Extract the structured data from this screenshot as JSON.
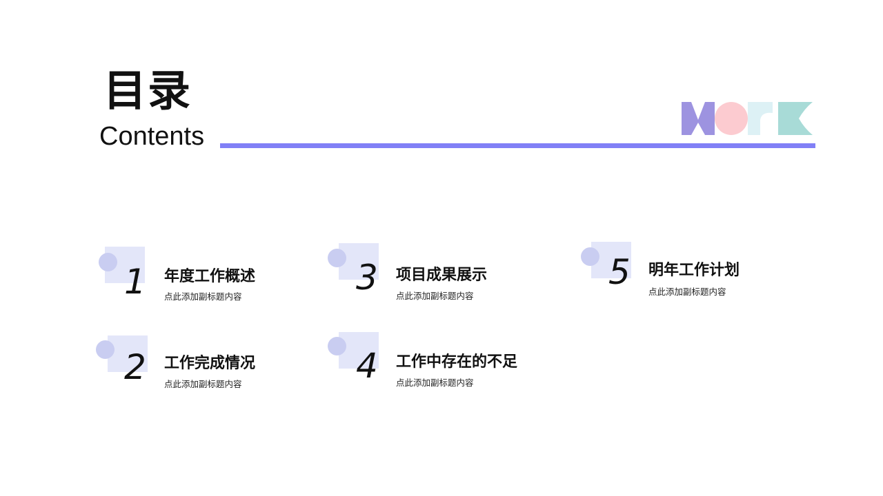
{
  "header": {
    "title_cn": "目录",
    "title_en": "Contents",
    "accent_color": "#8180f6",
    "logo": {
      "name": "work-logo",
      "letters": [
        "W",
        "O",
        "R",
        "K"
      ],
      "colors": [
        "#9d93e0",
        "#fccbd0",
        "#ddf1f5",
        "#a8dbd7"
      ]
    }
  },
  "items": [
    {
      "number": "1",
      "title": "年度工作概述",
      "subtitle": "点此添加副标题内容"
    },
    {
      "number": "2",
      "title": "工作完成情况",
      "subtitle": "点此添加副标题内容"
    },
    {
      "number": "3",
      "title": "项目成果展示",
      "subtitle": "点此添加副标题内容"
    },
    {
      "number": "4",
      "title": "工作中存在的不足",
      "subtitle": "点此添加副标题内容"
    },
    {
      "number": "5",
      "title": "明年工作计划",
      "subtitle": "点此添加副标题内容"
    }
  ]
}
